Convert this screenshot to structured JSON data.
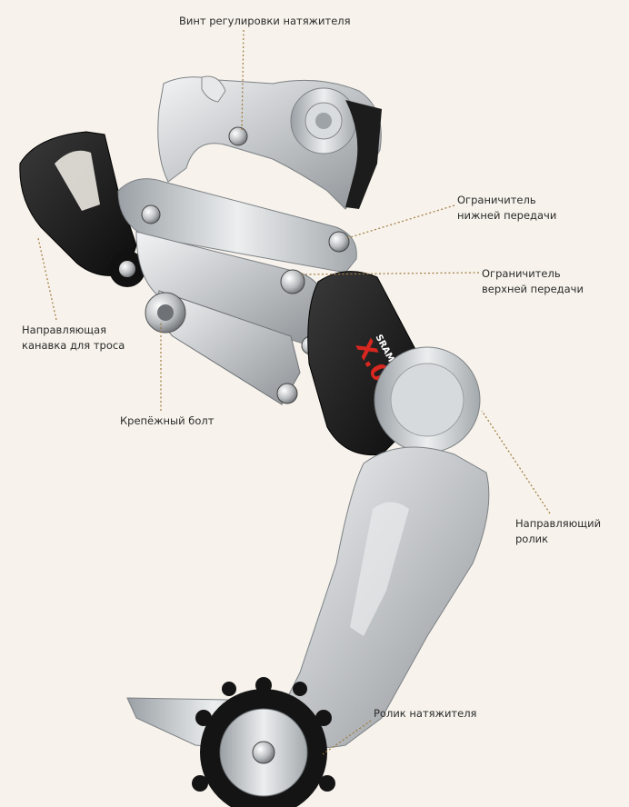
{
  "labels": {
    "b_tension_screw": "Винт регулировки натяжителя",
    "low_limit": {
      "line1": "Ограничитель",
      "line2": "нижней передачи"
    },
    "high_limit": {
      "line1": "Ограничитель",
      "line2": "верхней передачи"
    },
    "cable_guide": {
      "line1": "Направляющая",
      "line2": "канавка для троса"
    },
    "mounting_bolt": "Крепёжный болт",
    "guide_pulley": {
      "line1": "Направляющий",
      "line2": "ролик"
    },
    "tension_pulley": "Ролик натяжителя"
  },
  "brand_logo": {
    "brand": "SRAM",
    "model": "X.0"
  },
  "colors": {
    "background": "#f7f3ec",
    "leader_line": "#a07a3c",
    "silver": "#c9cccf",
    "black": "#1a1a1a",
    "accent_red": "#d8271f"
  }
}
